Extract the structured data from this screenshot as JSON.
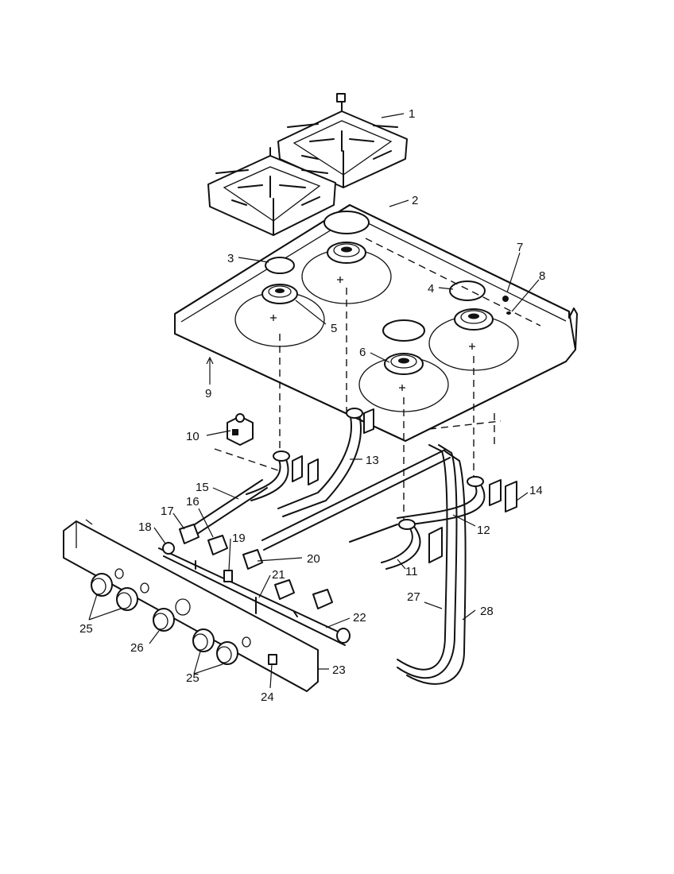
{
  "callouts": {
    "c1": "1",
    "c2": "2",
    "c3": "3",
    "c4": "4",
    "c5": "5",
    "c6": "6",
    "c7": "7",
    "c8": "8",
    "c9": "9",
    "c10": "10",
    "c11": "11",
    "c12": "12",
    "c13": "13",
    "c14": "14",
    "c15": "15",
    "c16": "16",
    "c17": "17",
    "c18": "18",
    "c19": "19",
    "c20": "20",
    "c21": "21",
    "c22": "22",
    "c23": "23",
    "c24": "24",
    "c25a": "25",
    "c25b": "25",
    "c26": "26",
    "c27": "27",
    "c28": "28"
  },
  "colors": {
    "line": "#111111",
    "background": "#ffffff"
  }
}
